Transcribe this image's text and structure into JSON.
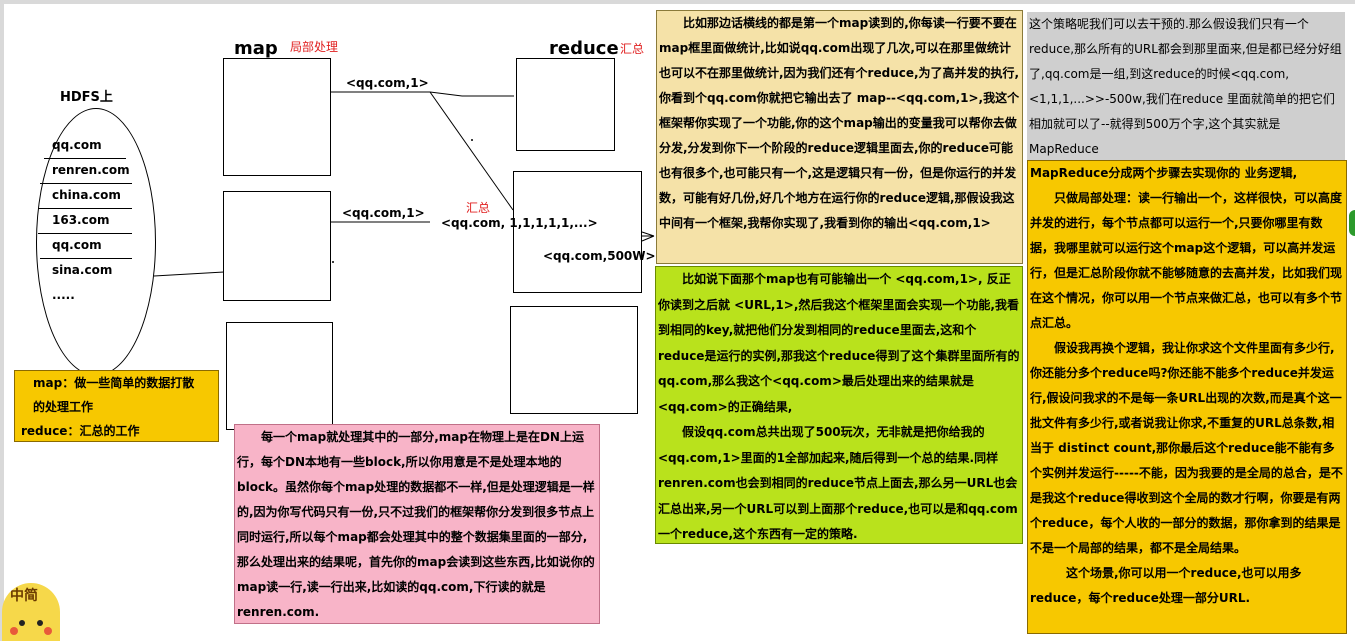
{
  "diagram": {
    "map_title": "map",
    "map_note": "局部处理",
    "reduce_title": "reduce",
    "reduce_note": "汇总",
    "hdfs_title": "HDFS上",
    "hdfs_items": [
      "qq.com",
      "renren.com",
      "china.com",
      "163.com",
      "qq.com",
      "sina.com",
      "....."
    ],
    "kv_top": "<qq.com,1>",
    "kv_mid": "<qq.com,1>",
    "sum_note": "汇总",
    "grouped_kv": "<qq.com,  1,1,1,1,1,...>",
    "output_kv": "<qq.com,500W>"
  },
  "legend": {
    "line1": "map：做一些简单的数据打散",
    "line2": "的处理工作",
    "line3": "reduce：汇总的工作"
  },
  "notes": {
    "cream": "　　比如那边话横线的都是第一个map读到的,你每读一行要不要在map框里面做统计,比如说qq.com出现了几次,可以在那里做统计也可以不在那里做统计,因为我们还有个reduce,为了高并发的执行,你看到个qq.com你就把它输出去了 map--<qq.com,1>,我这个框架帮你实现了一个功能,你的这个map输出的变量我可以帮你去做分发,分发到你下一个阶段的reduce逻辑里面去,你的reduce可能也有很多个,也可能只有一个,这是逻辑只有一份，但是你运行的并发数，可能有好几份,好几个地方在运行你的reduce逻辑,那假设我这中间有一个框架,我帮你实现了,我看到你的输出<qq.com,1>",
    "green_p1": "　　比如说下面那个map也有可能输出一个 <qq.com,1>, 反正你读到之后就 <URL,1>,然后我这个框架里面会实现一个功能,我看到相同的key,就把他们分发到相同的reduce里面去,这和个reduce是运行的实例,那我这个reduce得到了这个集群里面所有的qq.com,那么我这个<qq.com>最后处理出来的结果就是<qq.com>的正确结果,",
    "green_p2": "　　假设qq.com总共出现了500玩次，无非就是把你给我的<qq.com,1>里面的1全部加起来,随后得到一个总的结果.同样renren.com也会到相同的reduce节点上面去,那么另一URL也会汇总出来,另一个URL可以到上面那个reduce,也可以是和qq.com一个reduce,这个东西有一定的策略.",
    "pink": "　　每一个map就处理其中的一部分,map在物理上是在DN上运行，每个DN本地有一些block,所以你用意是不是处理本地的block。虽然你每个map处理的数据都不一样,但是处理逻辑是一样的,因为你写代码只有一份,只不过我们的框架帮你分发到很多节点上同时运行,所以每个map都会处理其中的整个数据集里面的一部分,那么处理出来的结果呢，首先你的map会读到这些东西,比如说你的map读一行,读一行出来,比如读的qq.com,下行读的就是renren.com.",
    "gray": "这个策略呢我们可以去干预的.那么假设我们只有一个reduce,那么所有的URL都会到那里面来,但是都已经分好组了,qq.com是一组,到这reduce的时候<qq.com,<1,1,1,...>>-500w,我们在reduce 里面就简单的把它们相加就可以了--就得到500万个字,这个其实就是MapReduce",
    "yellow_p1": "MapReduce分成两个步骤去实现你的 业务逻辑,",
    "yellow_p2": "　　只做局部处理：读一行输出一个，这样很快，可以高度并发的进行，每个节点都可以运行一个,只要你哪里有数据，我哪里就可以运行这个map这个逻辑，可以高并发运行，但是汇总阶段你就不能够随意的去高并发，比如我们现在这个情况，你可以用一个节点来做汇总，也可以有多个节点汇总。",
    "yellow_p3": "　　假设我再换个逻辑，我让你求这个文件里面有多少行,你还能分多个reduce吗?你还能不能多个reduce并发运行,假设问我求的不是每一条URL出现的次数,而是真个这一批文件有多少行,或者说我让你求,不重复的URL总条数,相当于 distinct count,那你最后这个reduce能不能有多个实例并发运行-----不能，因为我要的是全局的总合，是不是我这个reduce得收到这个全局的数才行啊，你要是有两个reduce，每个人收的一部分的数据，那你拿到的结果是不是一个局部的结果，都不是全局结果。",
    "yellow_p4": "　　　这个场景,你可以用一个reduce,也可以用多reduce，每个reduce处理一部分URL."
  },
  "mascot": {
    "text": "中简"
  },
  "colors": {
    "yellow": "#f7c800",
    "cream": "#f5e2a8",
    "green": "#b9e21c",
    "pink": "#f8b4c8",
    "gray": "#cfcfcf",
    "red": "#e02020"
  }
}
